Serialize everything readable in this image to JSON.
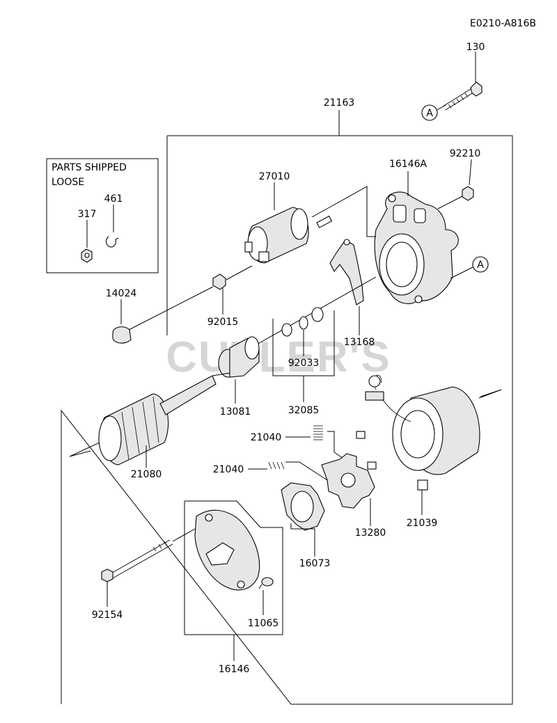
{
  "diagram_code": "E0210-A816B",
  "watermark": "CUTLER'S",
  "loose_box": {
    "title_line1": "PARTS SHIPPED",
    "title_line2": "LOOSE"
  },
  "callout_letter": "A",
  "labels": {
    "p130": "130",
    "p21163": "21163",
    "p16146A": "16146A",
    "p92210": "92210",
    "p27010": "27010",
    "p461": "461",
    "p317": "317",
    "p14024": "14024",
    "p92015": "92015",
    "p13168": "13168",
    "p92033": "92033",
    "p13081": "13081",
    "p32085": "32085",
    "p21080": "21080",
    "p21040a": "21040",
    "p21040b": "21040",
    "p13280": "13280",
    "p21039": "21039",
    "p16073": "16073",
    "p92154": "92154",
    "p11065": "11065",
    "p16146": "16146"
  }
}
